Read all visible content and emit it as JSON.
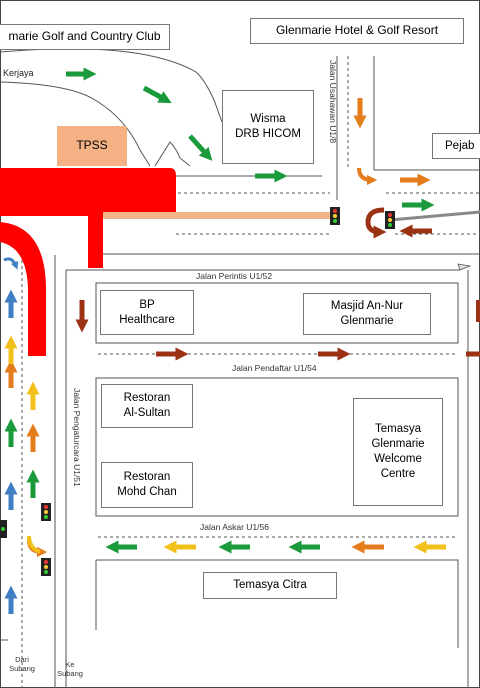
{
  "colors": {
    "green": "#1a9a3a",
    "orange": "#e57c1b",
    "brown": "#9b3214",
    "blue": "#3f7fc4",
    "yellow": "#f2c01a",
    "red": "#ff0000",
    "tan": "#f2b58a",
    "tpss": "#f4b183"
  },
  "labels": {
    "golf_club": "marie Golf and Country Club",
    "hotel": "Glenmarie Hotel & Golf Resort",
    "kerjaya": "Kerjaya",
    "wisma": "Wisma\nDRB HICOM",
    "tpss": "TPSS",
    "pejabat": "Pejab",
    "bp_healthcare": "BP\nHealthcare",
    "masjid": "Masjid An-Nur\nGlenmarie",
    "restoran_sultan": "Restoran\nAl-Sultan",
    "restoran_chan": "Restoran\nMohd  Chan",
    "temasya_centre": "Temasya\nGlenmarie\nWelcome\nCentre",
    "temasya_citra": "Temasya Citra",
    "dari_subang": "Dari\nSubang",
    "ke_subang": "Ke\nSubang"
  },
  "streets": {
    "ushawan": "Jalan Usahawan U1/8",
    "perintis": "Jalan Perintis U1/52",
    "pendaftar": "Jalan Pendaftar U1/54",
    "pengaturcara": "Jalan Pengaturcara U1/51",
    "askar": "Jalan Askar U1/56"
  }
}
